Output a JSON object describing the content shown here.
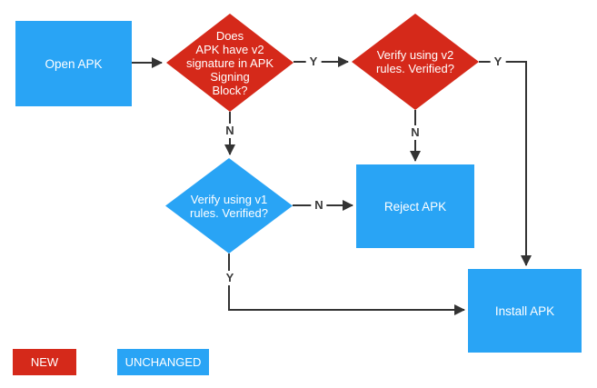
{
  "diagram": {
    "type": "flowchart",
    "topic": "APK signature verification flow"
  },
  "colors": {
    "new": "#d5291a",
    "unchanged": "#29a4f5",
    "connector": "#333333",
    "edge_label_text": "#3a3a3a",
    "node_text": "#ffffff"
  },
  "nodes": {
    "open_apk": {
      "label": "Open APK",
      "shape": "rectangle",
      "color_key": "unchanged"
    },
    "v2_signature_check": {
      "label": "Does\nAPK have v2\nsignature in APK\nSigning\nBlock?",
      "shape": "diamond",
      "color_key": "new"
    },
    "v2_verify": {
      "label": "Verify using v2\nrules. Verified?",
      "shape": "diamond",
      "color_key": "new"
    },
    "v1_verify": {
      "label": "Verify using v1\nrules. Verified?",
      "shape": "diamond",
      "color_key": "unchanged"
    },
    "reject_apk": {
      "label": "Reject APK",
      "shape": "rectangle",
      "color_key": "unchanged"
    },
    "install_apk": {
      "label": "Install APK",
      "shape": "rectangle",
      "color_key": "unchanged"
    }
  },
  "edge_labels": {
    "v2_check_yes": "Y",
    "v2_check_no": "N",
    "v2_verify_yes": "Y",
    "v2_verify_no": "N",
    "v1_verify_no": "N",
    "v1_verify_yes": "Y"
  },
  "legend": {
    "new_label": "NEW",
    "unchanged_label": "UNCHANGED"
  }
}
